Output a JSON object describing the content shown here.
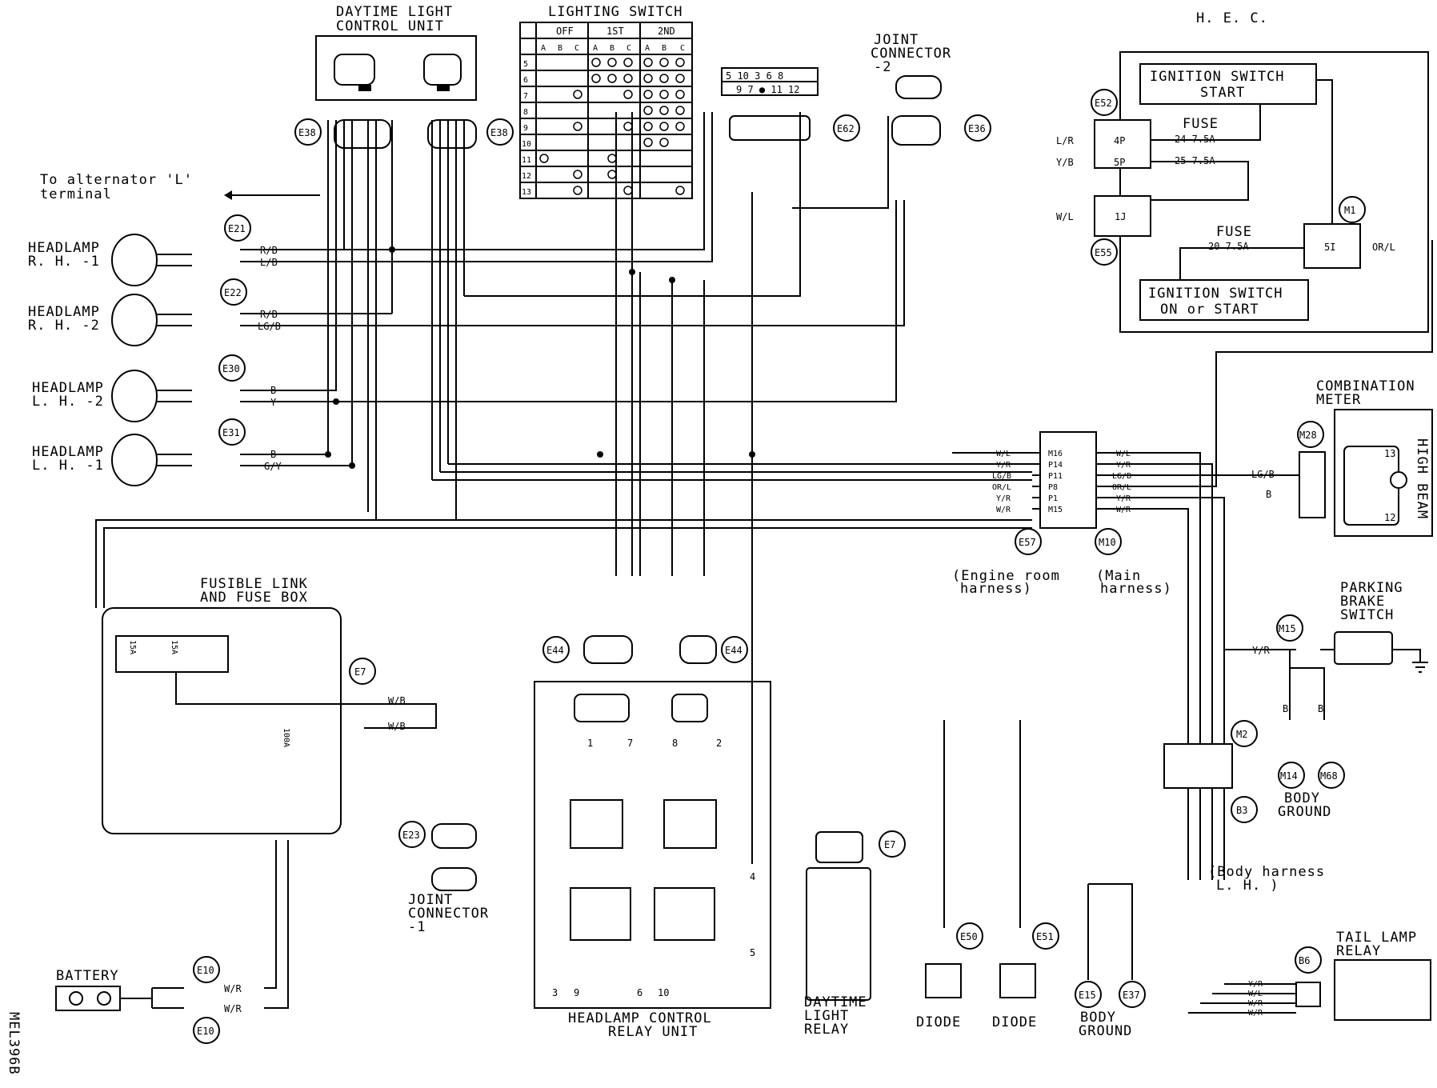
{
  "labels": {
    "hec": "H. E. C.",
    "dlcu_1": "DAYTIME LIGHT",
    "dlcu_2": "CONTROL UNIT",
    "lighting_switch": "LIGHTING SWITCH",
    "joint_conn2_1": "JOINT",
    "joint_conn2_2": "CONNECTOR",
    "joint_conn2_3": "-2",
    "ign_start_1": "IGNITION SWITCH",
    "ign_start_2": "START",
    "ign_on_1": "IGNITION SWITCH",
    "ign_on_2": "ON or START",
    "fuse1": "FUSE",
    "fuse2": "FUSE",
    "fuse_24": "24 7.5A",
    "fuse_25": "25 7.5A",
    "fuse_20": "20 7.5A",
    "alt_1": "To alternator 'L'",
    "alt_2": "terminal",
    "hl_rh1_1": "HEADLAMP",
    "hl_rh1_2": "R. H. -1",
    "hl_rh2_1": "HEADLAMP",
    "hl_rh2_2": "R. H. -2",
    "hl_lh2_1": "HEADLAMP",
    "hl_lh2_2": "L. H. -2",
    "hl_lh1_1": "HEADLAMP",
    "hl_lh1_2": "L. H. -1",
    "comb_meter_1": "COMBINATION",
    "comb_meter_2": "METER",
    "high_beam": "HIGH BEAM",
    "fusible_1": "FUSIBLE LINK",
    "fusible_2": "AND FUSE BOX",
    "engine_harness_1": "(Engine room",
    "engine_harness_2": "harness)",
    "main_harness_1": "(Main",
    "main_harness_2": "harness)",
    "parking_1": "PARKING",
    "parking_2": "BRAKE",
    "parking_3": "SWITCH",
    "body_ground_1": "BODY",
    "body_ground_2": "GROUND",
    "body_ground_3": "BODY",
    "body_ground_4": "GROUND",
    "body_harness_1": "(Body harness",
    "body_harness_2": "L. H. )",
    "tail_relay_1": "TAIL LAMP",
    "tail_relay_2": "RELAY",
    "hl_relay_1": "HEADLAMP CONTROL",
    "hl_relay_2": "RELAY UNIT",
    "joint_conn1_1": "JOINT",
    "joint_conn1_2": "CONNECTOR",
    "joint_conn1_3": "-1",
    "battery": "BATTERY",
    "dtl_relay_1": "DAYTIME",
    "dtl_relay_2": "LIGHT",
    "dtl_relay_3": "RELAY",
    "diode1": "DIODE",
    "diode2": "DIODE",
    "code": "MEL396B"
  },
  "connectors": {
    "e38a": "E38",
    "e38b": "E38",
    "e62": "E62",
    "e36": "E36",
    "e52": "E52",
    "e55": "E55",
    "m1": "M1",
    "e21": "E21",
    "e22": "E22",
    "e30": "E30",
    "e31": "E31",
    "m28": "M28",
    "e57": "E57",
    "m10": "M10",
    "e7a": "E7",
    "e7b": "E7",
    "e44a": "E44",
    "e44b": "E44",
    "m15": "M15",
    "m2": "M2",
    "b3": "B3",
    "m14": "M14",
    "m68": "M68",
    "e23": "E23",
    "e10a": "E10",
    "e10b": "E10",
    "e50": "E50",
    "e51": "E51",
    "e15": "E15",
    "e37": "E37",
    "b6": "B6"
  },
  "hec_pins": {
    "p4": "4P",
    "p5": "5P",
    "j1": "1J",
    "s5": "5I"
  },
  "hec_wires": {
    "lr": "L/R",
    "yb": "Y/B",
    "wl": "W/L",
    "orl": "OR/L"
  },
  "switch_table": {
    "headers": [
      "OFF",
      "1ST",
      "2ND"
    ],
    "sub": [
      "A",
      "B",
      "C",
      "A",
      "B",
      "C",
      "A",
      "B",
      "C"
    ],
    "rows": [
      "5",
      "6",
      "7",
      "8",
      "9",
      "10",
      "11",
      "12",
      "13"
    ]
  },
  "e62_pins": {
    "r1": "5 10 3 6 8",
    "r2": "9 7 ● 11 12"
  },
  "m57_pins": {
    "left": [
      "W/L",
      "Y/R",
      "LG/B",
      "OR/L",
      "Y/R",
      "W/R"
    ],
    "mid": [
      "M16",
      "P14",
      "P11",
      "P8",
      "P1",
      "M15"
    ],
    "right": [
      "W/L",
      "Y/R",
      "LG/B",
      "OR/L",
      "Y/R",
      "W/R"
    ]
  },
  "headlamp_wires": {
    "rh1": [
      "R/B",
      "L/B"
    ],
    "rh2": [
      "R/B",
      "LG/B"
    ],
    "lh2": [
      "B",
      "Y"
    ],
    "lh1": [
      "B",
      "G/Y"
    ]
  },
  "meter": {
    "lgb": "LG/B",
    "b": "B",
    "p13": "13",
    "p12": "12"
  },
  "battery_wires": {
    "w1": "W/R",
    "w2": "W/R",
    "wb1": "W/B",
    "wb2": "W/B"
  },
  "fuse_values": {
    "f1": "15A",
    "f2": "15A",
    "f3": "100A"
  },
  "relay_pins": {
    "top": [
      "1",
      "7",
      "8",
      "2"
    ],
    "right": [
      "4",
      "5"
    ],
    "bottom": [
      "3",
      "9",
      "6",
      "10"
    ]
  },
  "misc_wires": {
    "yr_m15": "Y/R",
    "b1": "B",
    "b2": "B",
    "tl_yr": "Y/R",
    "tl_wl": "W/L",
    "tl_wr1": "W/R",
    "tl_wr2": "W/R"
  }
}
